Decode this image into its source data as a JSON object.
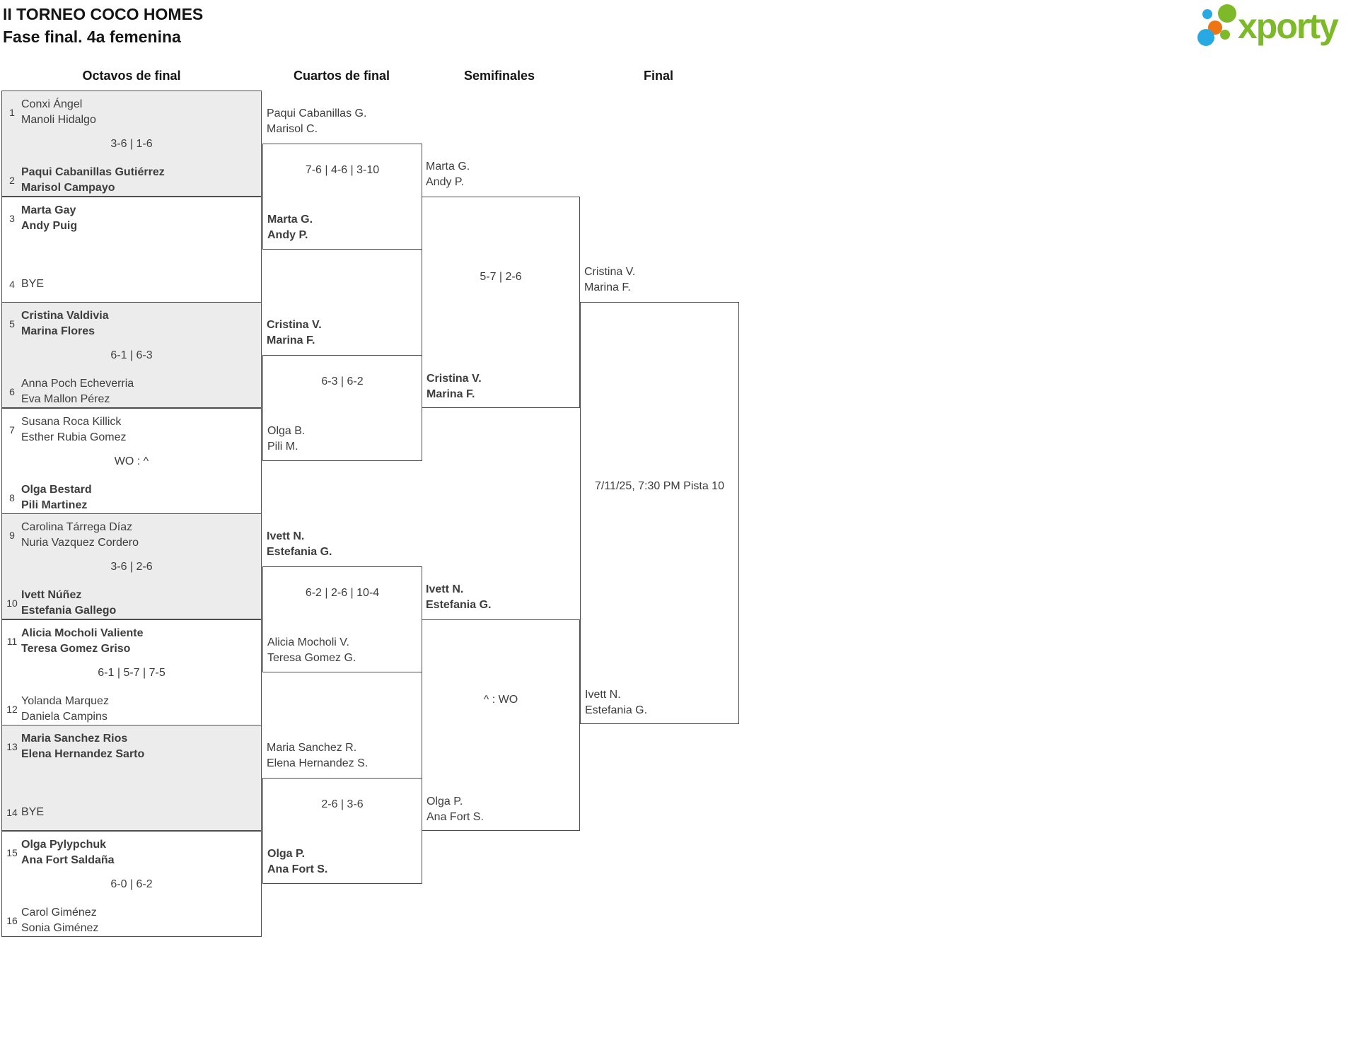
{
  "header": {
    "title": "II TORNEO COCO HOMES",
    "subtitle": "Fase final. 4a femenina"
  },
  "logo": {
    "text": "xporty",
    "colors": {
      "green": "#7db928",
      "blue": "#29a9e1",
      "orange": "#ed7513"
    }
  },
  "round_titles": [
    "Octavos de final",
    "Cuartos de final",
    "Semifinales",
    "Final"
  ],
  "colors": {
    "border": "#4d4d4d",
    "box_gray": "#ececec",
    "text": "#3d3d3d"
  },
  "octavos": [
    {
      "seed_a": "1",
      "team_a": [
        "Conxi Ángel",
        "Manoli Hidalgo"
      ],
      "bold_a": false,
      "score": "3-6 | 1-6",
      "seed_b": "2",
      "team_b": [
        "Paqui Cabanillas Gutiérrez",
        "Marisol Campayo"
      ],
      "bold_b": true
    },
    {
      "seed_a": "3",
      "team_a": [
        "Marta Gay",
        "Andy Puig"
      ],
      "bold_a": true,
      "seed_b": "4",
      "team_b": [
        "BYE"
      ],
      "bold_b": false
    },
    {
      "seed_a": "5",
      "team_a": [
        "Cristina Valdivia",
        "Marina Flores"
      ],
      "bold_a": true,
      "score": "6-1 | 6-3",
      "seed_b": "6",
      "team_b": [
        "Anna Poch Echeverria",
        "Eva Mallon Pérez"
      ],
      "bold_b": false
    },
    {
      "seed_a": "7",
      "team_a": [
        "Susana Roca Killick",
        "Esther Rubia Gomez"
      ],
      "bold_a": false,
      "score": "WO : ^",
      "seed_b": "8",
      "team_b": [
        "Olga Bestard",
        "Pili Martinez"
      ],
      "bold_b": true
    },
    {
      "seed_a": "9",
      "team_a": [
        "Carolina Tárrega Díaz",
        "Nuria Vazquez Cordero"
      ],
      "bold_a": false,
      "score": "3-6 | 2-6",
      "seed_b": "10",
      "team_b": [
        "Ivett Núñez",
        "Estefania Gallego"
      ],
      "bold_b": true
    },
    {
      "seed_a": "11",
      "team_a": [
        "Alicia Mocholi Valiente",
        "Teresa Gomez Griso"
      ],
      "bold_a": true,
      "score": "6-1 | 5-7 | 7-5",
      "seed_b": "12",
      "team_b": [
        "Yolanda Marquez",
        "Daniela Campins"
      ],
      "bold_b": false
    },
    {
      "seed_a": "13",
      "team_a": [
        "Maria Sanchez Rios",
        "Elena Hernandez Sarto"
      ],
      "bold_a": true,
      "seed_b": "14",
      "team_b": [
        "BYE"
      ],
      "bold_b": false
    },
    {
      "seed_a": "15",
      "team_a": [
        "Olga Pylypchuk",
        "Ana Fort Saldaña"
      ],
      "bold_a": true,
      "score": "6-0 | 6-2",
      "seed_b": "16",
      "team_b": [
        "Carol Giménez",
        "Sonia Giménez"
      ],
      "bold_b": false
    }
  ],
  "cuartos": [
    {
      "team_a": [
        "Paqui Cabanillas G.",
        "Marisol C."
      ],
      "bold_a": false,
      "score": "7-6 | 4-6 | 3-10",
      "team_b": [
        "Marta G.",
        "Andy P."
      ],
      "bold_b": true
    },
    {
      "team_a": [
        "Cristina V.",
        "Marina F."
      ],
      "bold_a": true,
      "score": "6-3 | 6-2",
      "team_b": [
        "Olga B.",
        "Pili M."
      ],
      "bold_b": false
    },
    {
      "team_a": [
        "Ivett N.",
        "Estefania G."
      ],
      "bold_a": true,
      "score": "6-2 | 2-6 | 10-4",
      "team_b": [
        "Alicia Mocholi V.",
        "Teresa Gomez G."
      ],
      "bold_b": false
    },
    {
      "team_a": [
        "Maria Sanchez R.",
        "Elena Hernandez S."
      ],
      "bold_a": false,
      "score": "2-6 | 3-6",
      "team_b": [
        "Olga P.",
        "Ana Fort S."
      ],
      "bold_b": true
    }
  ],
  "semifinales": [
    {
      "team_a": [
        "Marta G.",
        "Andy P."
      ],
      "bold_a": false,
      "score": "5-7 | 2-6",
      "team_b": [
        "Cristina V.",
        "Marina F."
      ],
      "bold_b": true
    },
    {
      "team_a": [
        "Ivett N.",
        "Estefania G."
      ],
      "bold_a": true,
      "score": "^ : WO",
      "team_b": [
        "Olga P.",
        "Ana Fort S."
      ],
      "bold_b": false
    }
  ],
  "final": {
    "team_a": [
      "Cristina V.",
      "Marina F."
    ],
    "bold_a": false,
    "schedule": "7/11/25, 7:30 PM Pista 10",
    "team_b": [
      "Ivett N.",
      "Estefania G."
    ],
    "bold_b": false
  }
}
